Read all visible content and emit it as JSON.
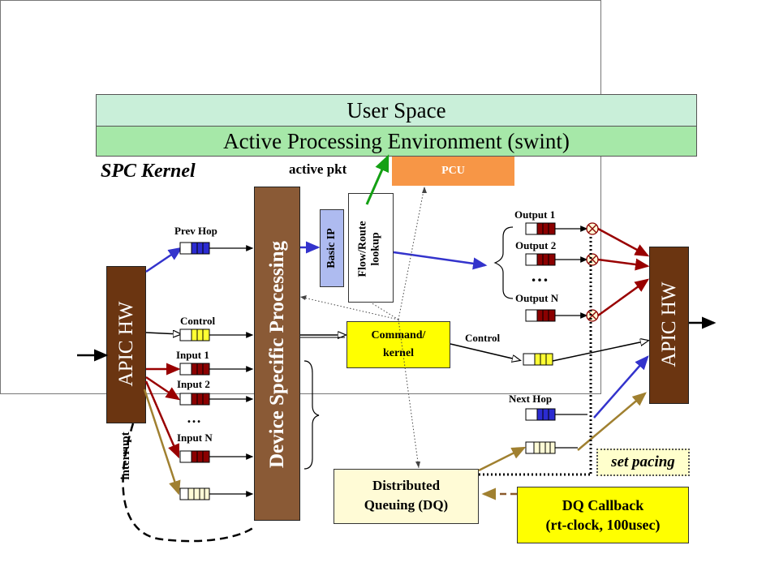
{
  "bands": {
    "user_space": "User Space",
    "ape": "Active Processing Environment (swint)"
  },
  "kernel": {
    "title": "SPC Kernel",
    "active_pkt": "active pkt",
    "pcu": "PCU",
    "dsp": "Device Specific Processing",
    "basic_ip": "Basic IP",
    "flow_route_1": "Flow/Route",
    "flow_route_2": "lookup",
    "apic_left": "APIC HW",
    "apic_right": "APIC HW",
    "command_1": "Command/",
    "command_2": "kernel",
    "dq_1": "Distributed",
    "dq_2": "Queuing (DQ)",
    "dq_callback_1": "DQ Callback",
    "dq_callback_2": "(rt-clock, 100usec)",
    "set_pacing": "set pacing",
    "interrupt": "interrupt"
  },
  "labels": {
    "prev_hop": "Prev Hop",
    "control_left": "Control",
    "input1": "Input 1",
    "input2": "Input 2",
    "dots_left": "…",
    "inputN": "Input N",
    "output1": "Output 1",
    "output2": "Output 2",
    "dots_right": "…",
    "outputN": "Output N",
    "control_right": "Control",
    "next_hop": "Next Hop"
  },
  "colors": {
    "apic": "#6b3511",
    "pcu": "#f79646",
    "ape": "#a6e8a8",
    "user_space": "#c9efd9",
    "command": "#ffff00",
    "queue_red": "#8b0000",
    "queue_blue": "#2b2bd1",
    "queue_yellow": "#ffff33",
    "queue_cream": "#fffbd6",
    "arrow_blue": "#3333cc",
    "arrow_red": "#990000",
    "arrow_olive": "#a08030",
    "arrow_green": "#14a014"
  }
}
